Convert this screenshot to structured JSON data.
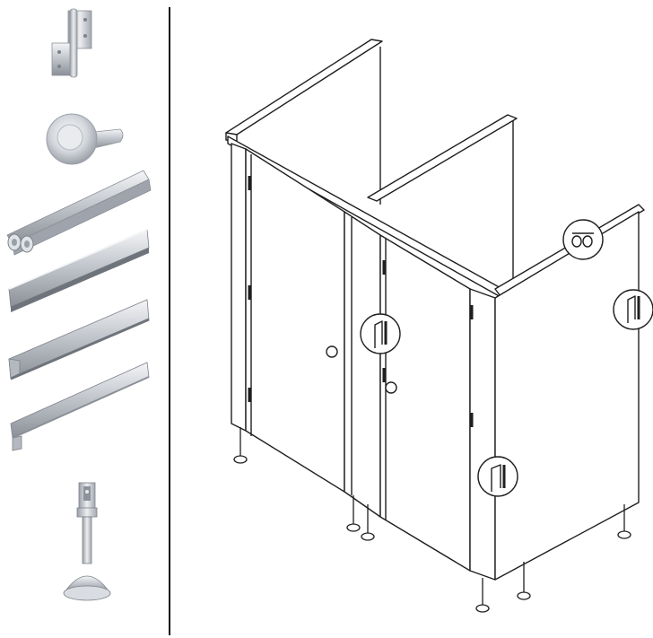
{
  "figure": {
    "background": "#ffffff",
    "line_color": "#1f1f1f",
    "metal_light": "#e6e8ec",
    "metal_mid": "#b9bec6",
    "metal_dark": "#80868f"
  },
  "parts": [
    {
      "id": "hinge",
      "icon": "hinge-icon"
    },
    {
      "id": "door-knob",
      "icon": "door-knob-icon"
    },
    {
      "id": "top-rail",
      "icon": "double-tube-rail-icon"
    },
    {
      "id": "u-channel",
      "icon": "u-channel-icon"
    },
    {
      "id": "c-channel",
      "icon": "c-channel-icon"
    },
    {
      "id": "f-channel",
      "icon": "f-channel-icon"
    },
    {
      "id": "support-leg",
      "icon": "adjustable-leg-icon"
    }
  ],
  "assembly": {
    "icon": "toilet-cubicle-assembly-icon",
    "callouts": 4,
    "cubicles": 2
  }
}
